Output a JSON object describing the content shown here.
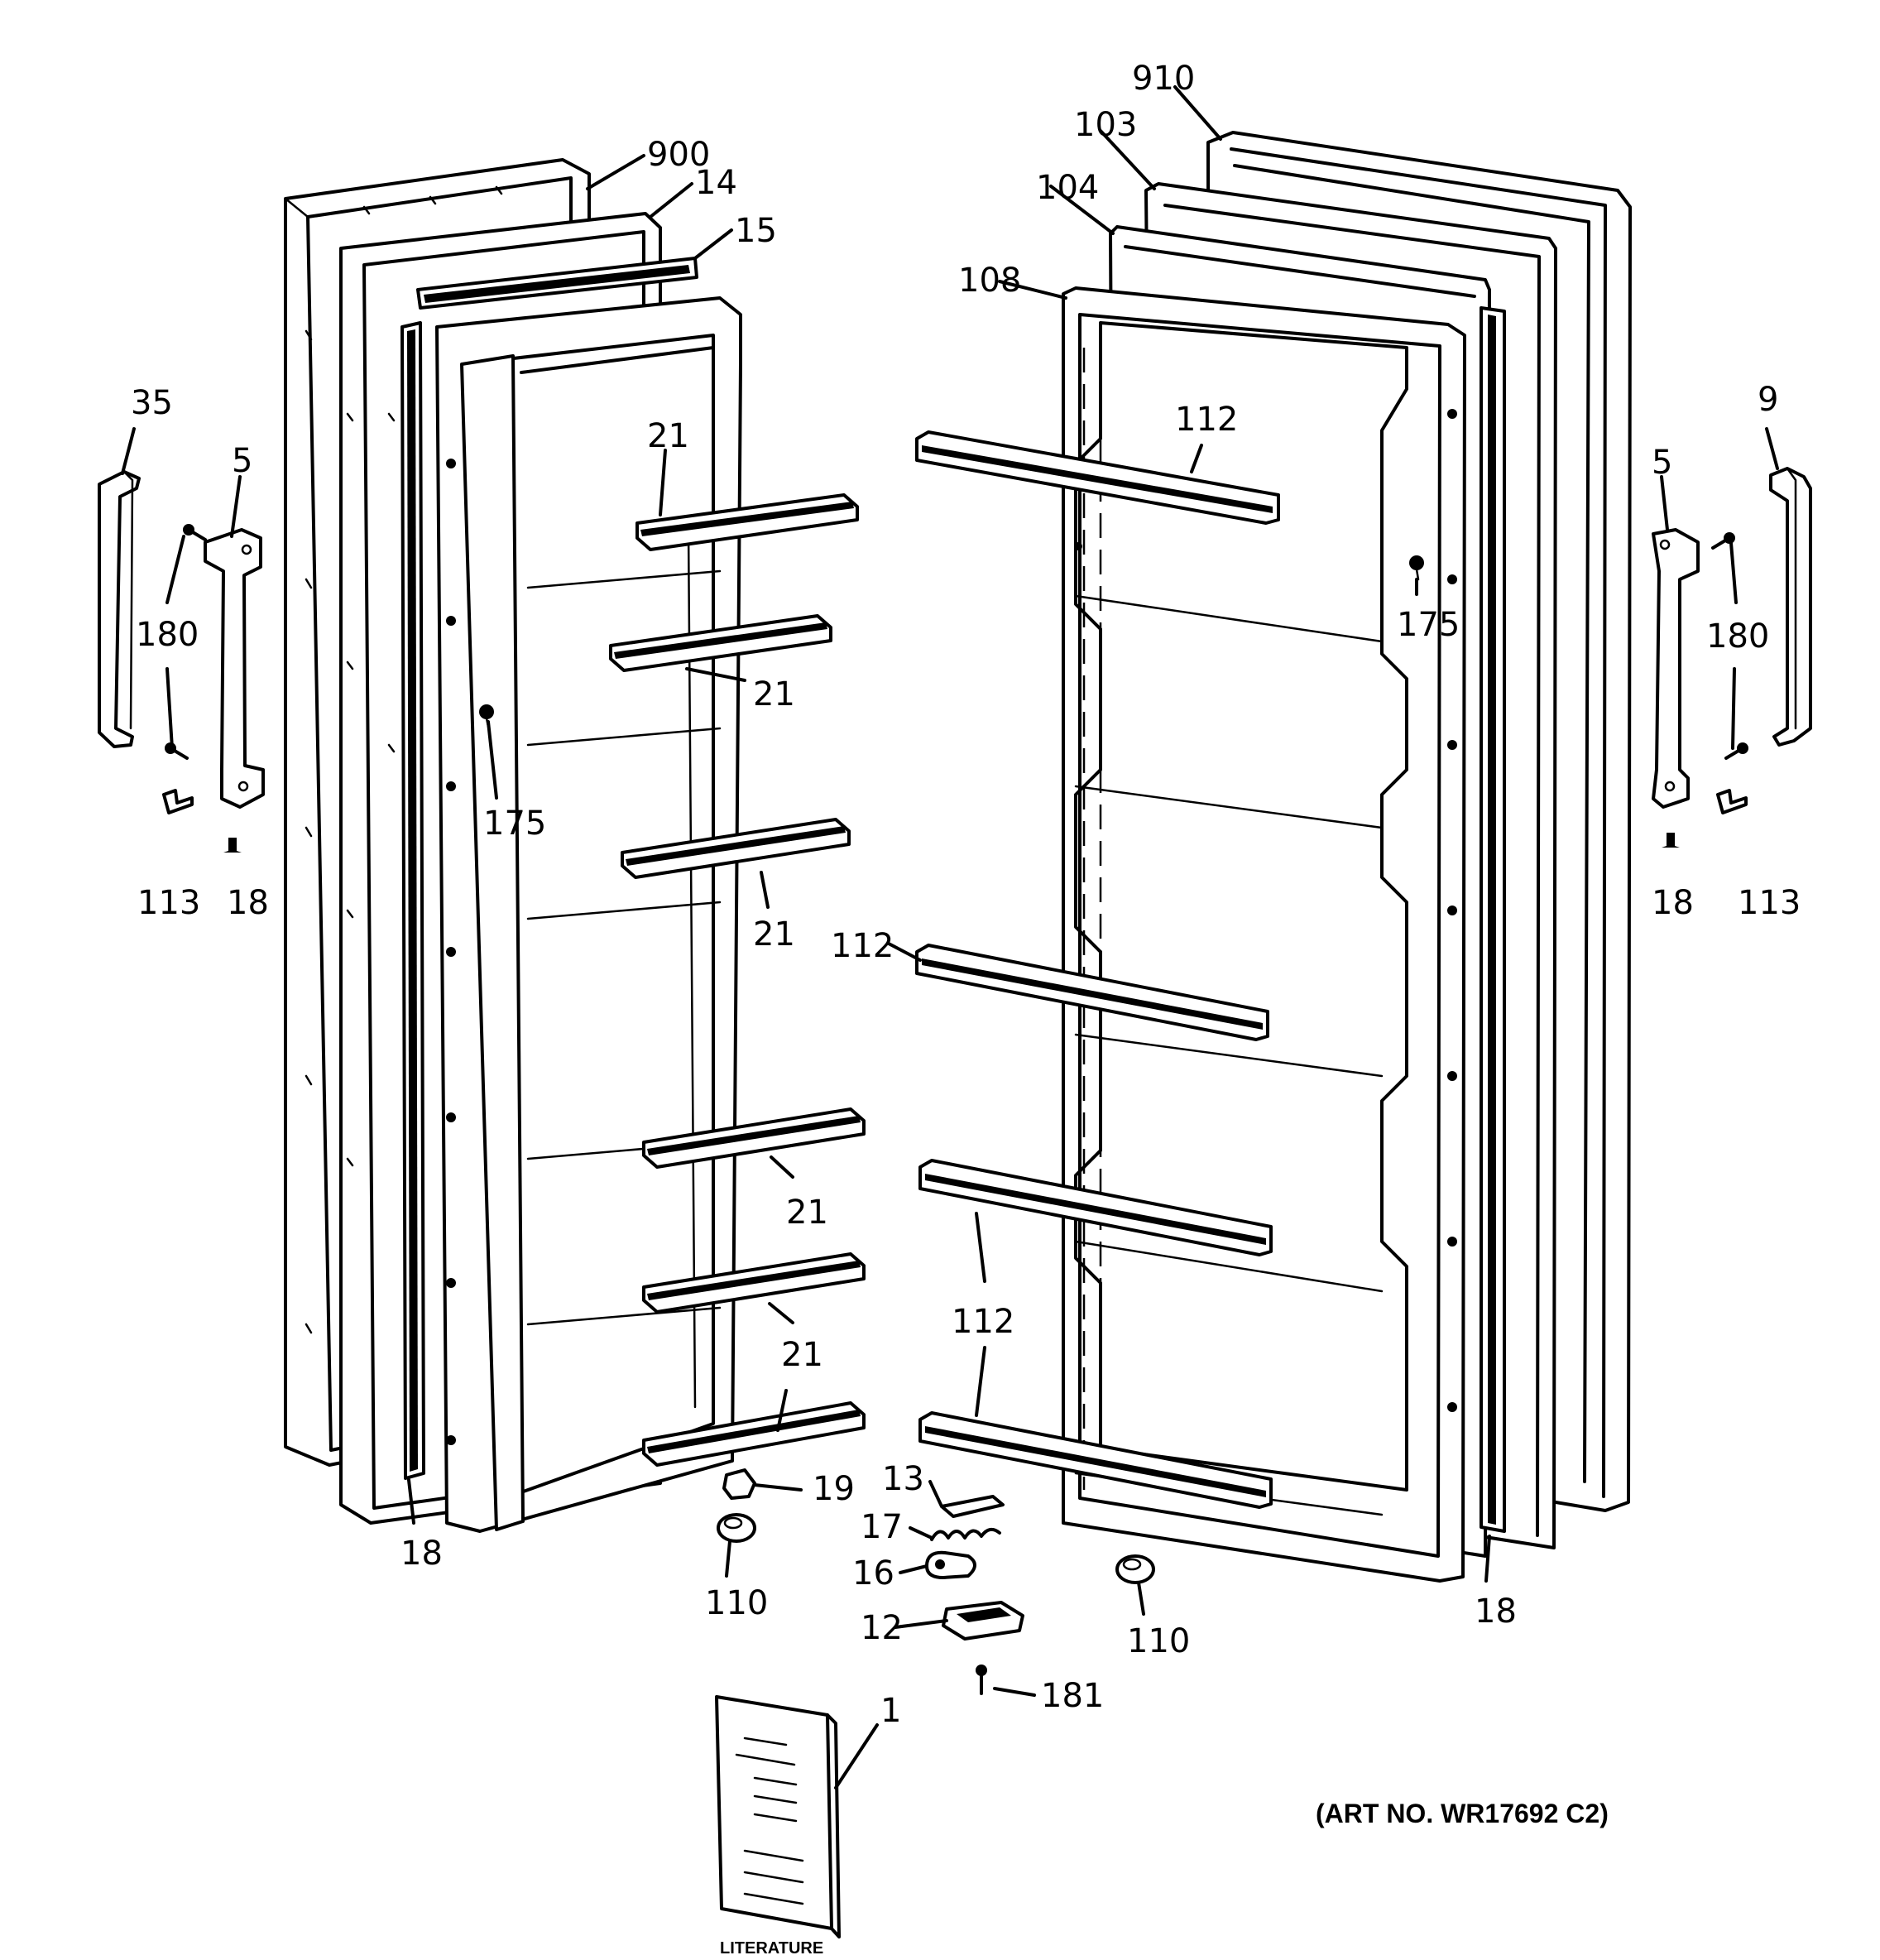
{
  "labels": {
    "l900": "900",
    "l14": "14",
    "l15": "15",
    "l910": "910",
    "l103": "103",
    "l104": "104",
    "l108": "108",
    "l35": "35",
    "l5_left": "5",
    "l180_left": "180",
    "l113_left": "113",
    "l18_left": "18",
    "l175_left": "175",
    "l21_a": "21",
    "l21_b": "21",
    "l21_c": "21",
    "l21_d": "21",
    "l21_e": "21",
    "l112_top": "112",
    "l112_mid": "112",
    "l112_low": "112",
    "l175_right": "175",
    "l9": "9",
    "l5_right": "5",
    "l180_right": "180",
    "l18_right": "18",
    "l113_right": "113",
    "l18_bottom_left": "18",
    "l19": "19",
    "l110_left": "110",
    "l13": "13",
    "l17": "17",
    "l16": "16",
    "l12": "12",
    "l181": "181",
    "l110_right": "110",
    "l18_bottom_right": "18",
    "l1": "1"
  },
  "literature_label": "LITERATURE",
  "art_number": "(ART NO. WR17692 C2)"
}
